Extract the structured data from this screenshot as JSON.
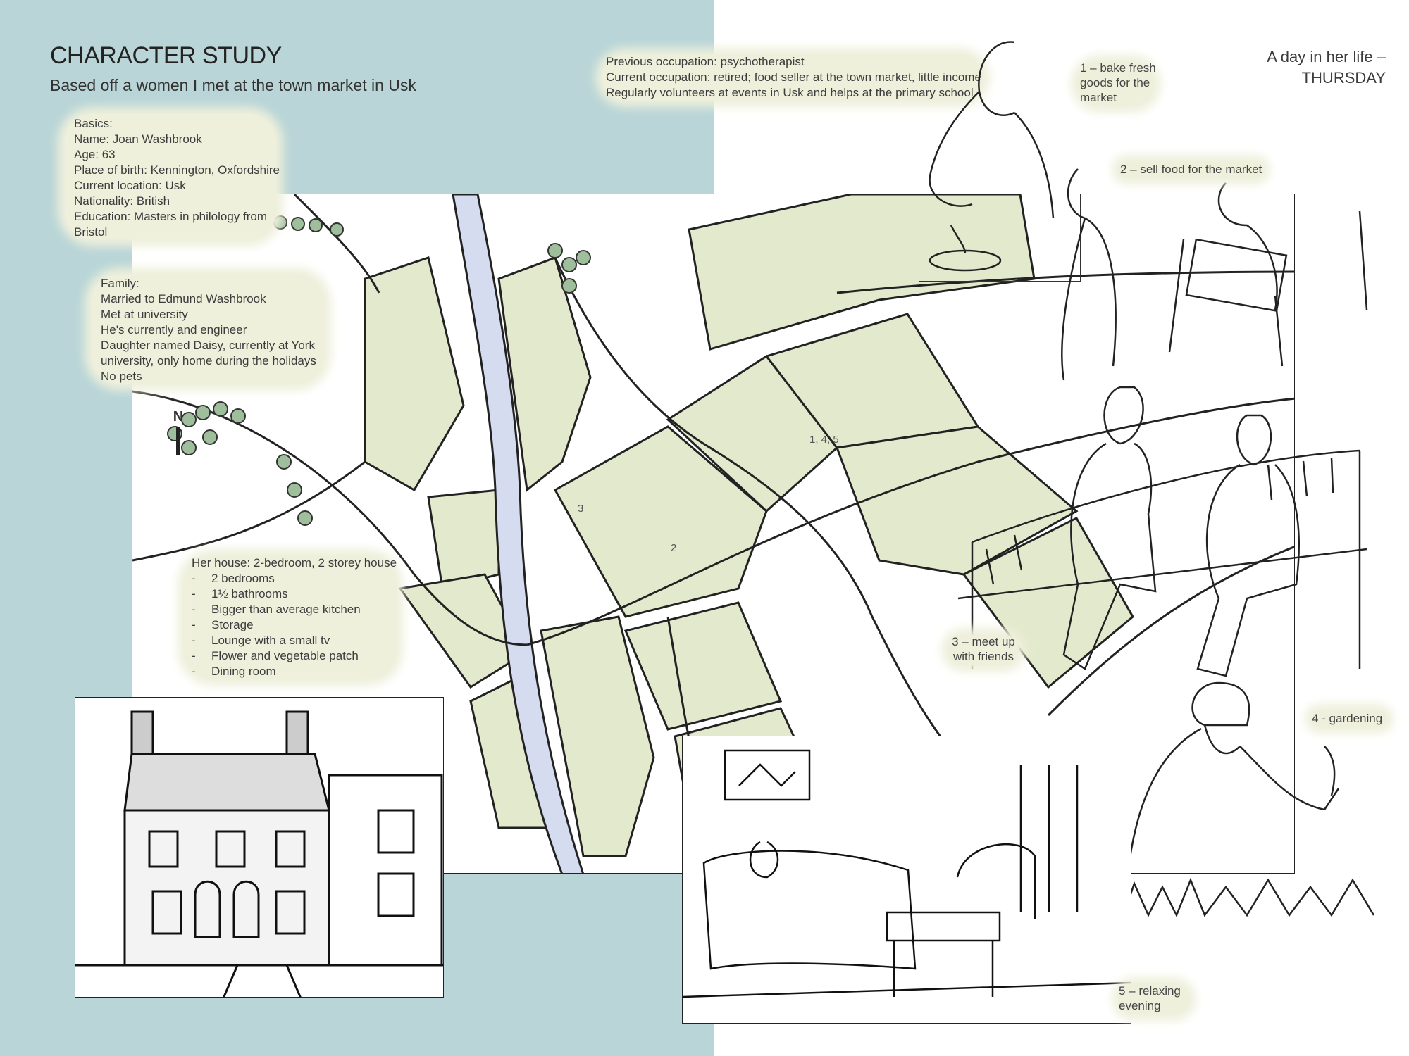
{
  "title": "CHARACTER STUDY",
  "subtitle": "Based off a women I met at the town market in Usk",
  "basics": {
    "heading": "Basics:",
    "lines": [
      "Name: Joan Washbrook",
      "Age: 63",
      "Place of birth: Kennington, Oxfordshire",
      "Current location: Usk",
      "Nationality: British",
      "Education: Masters in philology from",
      "Bristol"
    ]
  },
  "family": {
    "heading": "Family:",
    "lines": [
      "Married to Edmund Washbrook",
      "Met at university",
      "He's currently and engineer",
      "Daughter named Daisy, currently at York",
      "university, only home during the holidays",
      "No pets"
    ]
  },
  "occupation": {
    "lines": [
      "Previous occupation: psychotherapist",
      "Current occupation: retired; food seller at the town market, little income",
      "Regularly volunteers at events in Usk and helps at the primary school"
    ]
  },
  "house": {
    "heading": "Her house: 2-bedroom, 2 storey house",
    "items": [
      "2 bedrooms",
      "1½ bathrooms",
      "Bigger than average kitchen",
      "Storage",
      "Lounge with a small tv",
      "Flower and vegetable patch",
      "Dining room"
    ]
  },
  "day": {
    "line1": "A day in her life –",
    "line2": "THURSDAY"
  },
  "activities": [
    {
      "lines": [
        "1 – bake fresh",
        "goods for the",
        "market"
      ]
    },
    {
      "lines": [
        "2 – sell food for the market"
      ]
    },
    {
      "lines": [
        "3 – meet up",
        "with friends"
      ]
    },
    {
      "lines": [
        "4 - gardening"
      ]
    },
    {
      "lines": [
        "5 – relaxing",
        "evening"
      ]
    }
  ],
  "map": {
    "north": "N",
    "markers": [
      "1, 4, 5",
      "3",
      "2"
    ]
  },
  "colors": {
    "blue": "#b9d5d7",
    "green": "#e3e9cc",
    "river": "#d5dcf0"
  }
}
